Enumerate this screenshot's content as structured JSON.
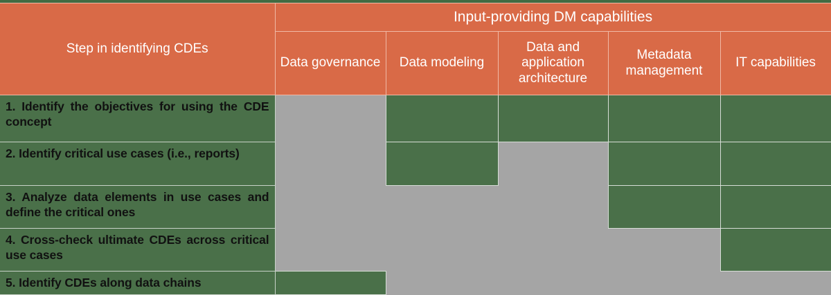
{
  "table": {
    "corner_header": "Step in identifying CDEs",
    "group_header": "Input-providing DM capabilities",
    "columns": [
      {
        "id": "data-governance",
        "label": "Data governance"
      },
      {
        "id": "data-modeling",
        "label": "Data modeling"
      },
      {
        "id": "data-and-application-architecture",
        "label": "Data and application architecture"
      },
      {
        "id": "metadata-management",
        "label": "Metadata management"
      },
      {
        "id": "it-capabilities",
        "label": "IT capabilities"
      }
    ],
    "rows": [
      {
        "id": "step-1",
        "label": "1. Identify the objectives for using the CDE concept",
        "marks": [
          "off",
          "on",
          "on",
          "on",
          "on"
        ]
      },
      {
        "id": "step-2",
        "label": "2. Identify critical use cases (i.e., reports)",
        "marks": [
          "off",
          "on",
          "off",
          "on",
          "on"
        ]
      },
      {
        "id": "step-3",
        "label": "3. Analyze data elements in use cases and define the critical ones",
        "marks": [
          "off",
          "off",
          "off",
          "on",
          "on"
        ]
      },
      {
        "id": "step-4",
        "label": "4. Cross-check ultimate CDEs across critical use cases",
        "marks": [
          "off",
          "off",
          "off",
          "off",
          "on"
        ]
      },
      {
        "id": "step-5",
        "label": "5. Identify CDEs along data chains",
        "marks": [
          "on",
          "off",
          "off",
          "off",
          "off"
        ]
      }
    ]
  },
  "colors": {
    "header_orange": "#d96a47",
    "mark_green": "#4a7049",
    "empty_gray": "#a5a5a5",
    "border_light": "#f0b9a6",
    "frame_green": "#426b42",
    "header_text": "#ffffff",
    "row_label_text": "#111111"
  }
}
